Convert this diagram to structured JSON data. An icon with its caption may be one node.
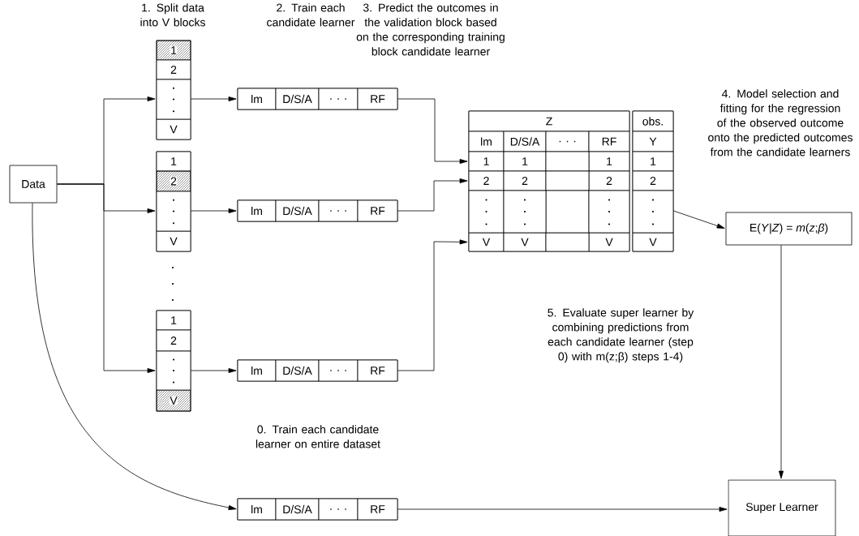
{
  "diagram": {
    "nodes": [
      {
        "text": [
          "Data"
        ]
      },
      {
        "text": [],
        "shape": "box"
      },
      {
        "text": [
          "1"
        ],
        "in": 1
      },
      {
        "text": [
          "2"
        ],
        "in": 1
      },
      {
        "text": [
          "V"
        ],
        "in": 1
      },
      {
        "text": [],
        "shape": "box"
      },
      {
        "text": [
          "1"
        ],
        "in": 5
      },
      {
        "text": [
          "2"
        ],
        "in": 5
      },
      {
        "text": [
          "V"
        ],
        "in": 5
      },
      {
        "text": [],
        "shape": "box"
      },
      {
        "text": [
          "1"
        ],
        "in": 9
      },
      {
        "text": [
          "2"
        ],
        "in": 9
      },
      {
        "text": [
          "V"
        ],
        "in": 9
      },
      {
        "text": [],
        "shape": "box"
      },
      {
        "text": [
          "lm"
        ],
        "in": 13
      },
      {
        "text": [
          "D/S/A"
        ],
        "in": 13
      },
      {
        "text": [
          ". . ."
        ],
        "in": 13
      },
      {
        "text": [
          "RF"
        ],
        "in": 13
      },
      {
        "text": [],
        "shape": "box"
      },
      {
        "text": [
          "lm"
        ],
        "in": 18
      },
      {
        "text": [
          "D/S/A"
        ],
        "in": 18
      },
      {
        "text": [
          ". . ."
        ],
        "in": 18
      },
      {
        "text": [
          "RF"
        ],
        "in": 18
      },
      {
        "text": [],
        "shape": "box"
      },
      {
        "text": [
          "lm"
        ],
        "in": 23
      },
      {
        "text": [
          "D/S/A"
        ],
        "in": 23
      },
      {
        "text": [
          ". . ."
        ],
        "in": 23
      },
      {
        "text": [
          "RF"
        ],
        "in": 23
      },
      {
        "text": [],
        "shape": "box"
      },
      {
        "text": [
          "lm"
        ],
        "in": 28
      },
      {
        "text": [
          "D/S/A"
        ],
        "in": 28
      },
      {
        "text": [
          ". . ."
        ],
        "in": 28
      },
      {
        "text": [
          "RF"
        ],
        "in": 28
      },
      {
        "text": [],
        "shape": "box"
      },
      {
        "text": [
          "Z"
        ],
        "in": 33
      },
      {
        "text": [
          "lm"
        ],
        "in": 33
      },
      {
        "text": [
          "D/S/A"
        ],
        "in": 33
      },
      {
        "text": [
          ". . ."
        ],
        "in": 33
      },
      {
        "text": [
          "RF"
        ],
        "in": 33
      },
      {
        "text": [
          "1"
        ],
        "in": 33
      },
      {
        "text": [
          "1"
        ],
        "in": 33
      },
      {
        "text": [
          "1"
        ],
        "in": 33
      },
      {
        "text": [
          "2"
        ],
        "in": 33
      },
      {
        "text": [
          "2"
        ],
        "in": 33
      },
      {
        "text": [
          "2"
        ],
        "in": 33
      },
      {
        "text": [
          "V"
        ],
        "in": 33
      },
      {
        "text": [
          "V"
        ],
        "in": 33
      },
      {
        "text": [
          "V"
        ],
        "in": 33
      },
      {
        "text": [],
        "shape": "box"
      },
      {
        "text": [
          "obs."
        ],
        "in": 48
      },
      {
        "text": [
          "Y"
        ],
        "in": 48
      },
      {
        "text": [
          "1"
        ],
        "in": 48
      },
      {
        "text": [
          "2"
        ],
        "in": 48
      },
      {
        "text": [
          "V"
        ],
        "in": 48
      },
      {
        "text": [
          "E(*Y*|*Z*) = *m*(*z*;*β*)"
        ]
      },
      {
        "text": [
          "Super Learner"
        ]
      }
    ],
    "edges": [
      {
        "from": 0,
        "to": 1,
        "arrow": "to"
      },
      {
        "from": 0,
        "to": 5,
        "arrow": "to"
      },
      {
        "from": 0,
        "to": 9,
        "arrow": "to"
      },
      {
        "from": 0,
        "to": 28,
        "arrow": "to"
      },
      {
        "from": 1,
        "to": 13,
        "arrow": "to"
      },
      {
        "from": 5,
        "to": 18,
        "arrow": "to"
      },
      {
        "from": 9,
        "to": 23,
        "arrow": "to"
      },
      {
        "from": 13,
        "to": 39,
        "arrow": "to"
      },
      {
        "from": 18,
        "to": 42,
        "arrow": "to"
      },
      {
        "from": 23,
        "to": 45,
        "arrow": "to"
      },
      {
        "from": 48,
        "to": 54,
        "arrow": "to"
      },
      {
        "from": 54,
        "to": 55,
        "arrow": "to"
      },
      {
        "from": 28,
        "to": 55,
        "arrow": "to"
      }
    ],
    "labels": [
      "1. Split data into V blocks",
      "2. Train each candidate learner",
      "3. Predict the outcomes in the validation block based on the corresponding training block candidate learner",
      "4. Model selection and fitting for the regression of the observed outcome onto the predicted outcomes from the candidate learners",
      "5. Evaluate super learner by combining predictions from each candidate learner (step 0) with m(z;β) steps 1-4)",
      "0. Train each candidate learner on entire dataset"
    ]
  }
}
